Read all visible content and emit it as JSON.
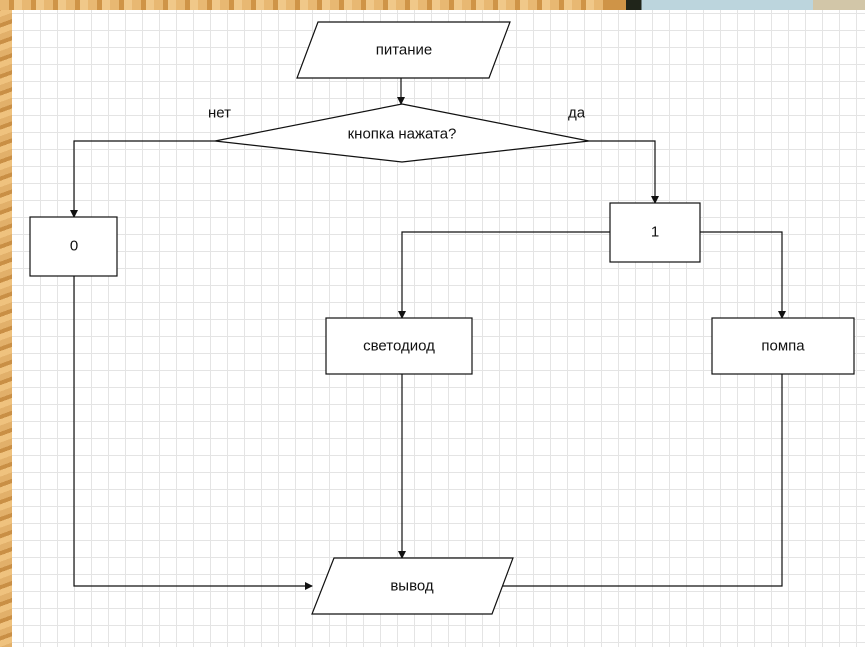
{
  "nodes": {
    "power": "питание",
    "decision": "кнопка нажата?",
    "zero": "0",
    "one": "1",
    "led": "светодиод",
    "pump": "помпа",
    "output": "вывод"
  },
  "edges": {
    "no": "нет",
    "yes": "да"
  },
  "colors": {
    "stroke": "#111111",
    "fill": "#ffffff",
    "grid": "#e4e4e4",
    "frame": "#d9a45c"
  }
}
